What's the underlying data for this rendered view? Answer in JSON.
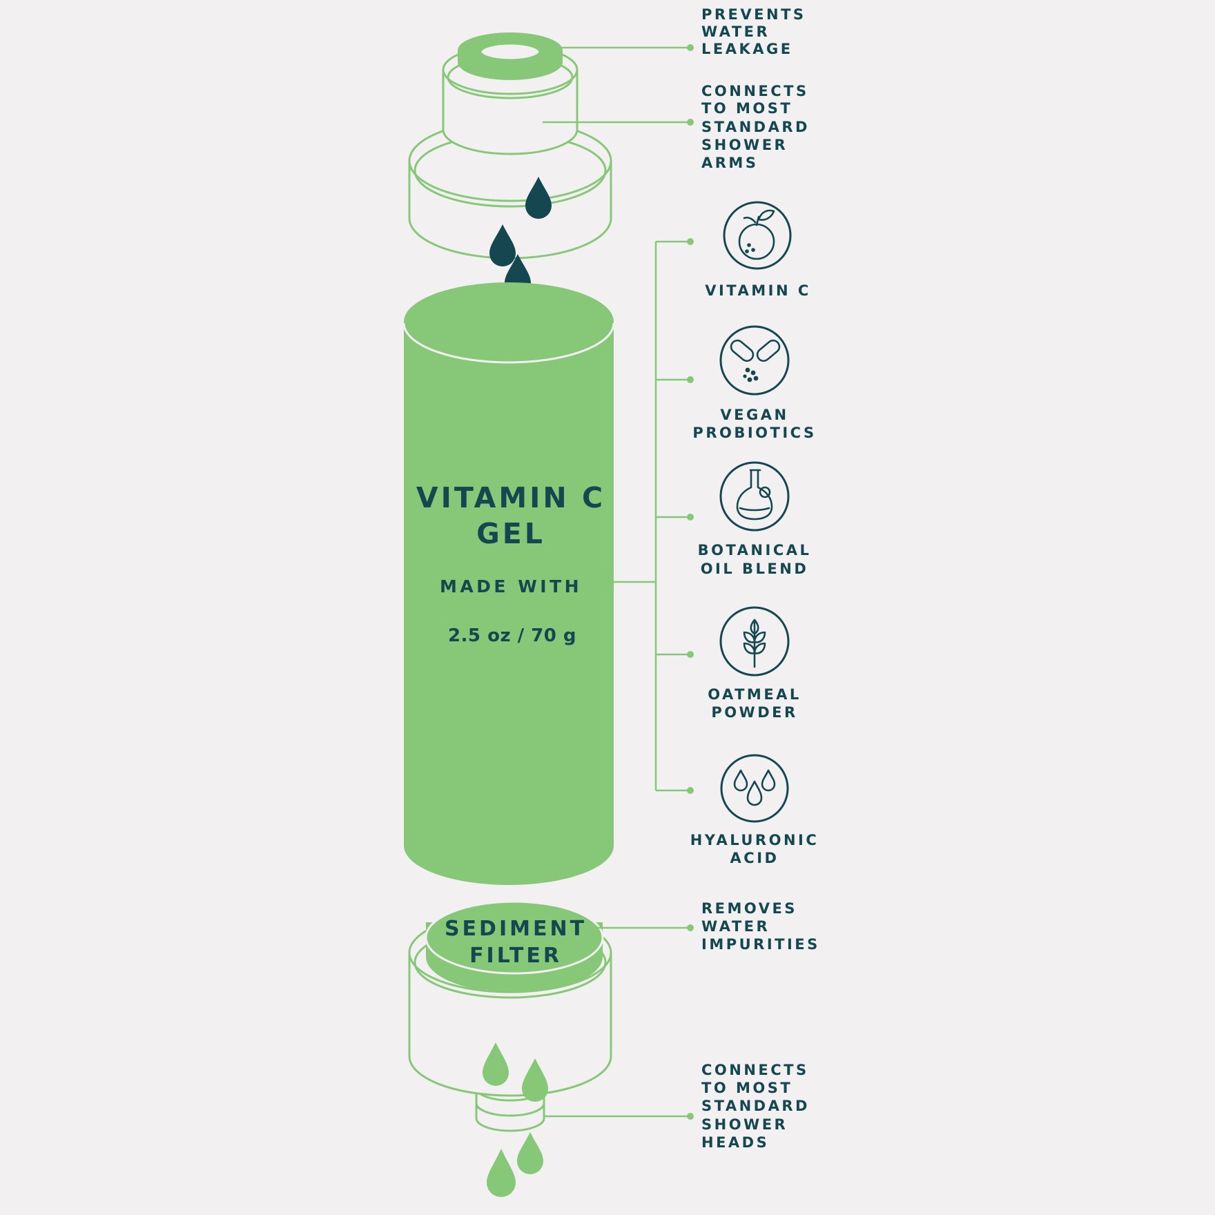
{
  "colors": {
    "background": "#f2f0f1",
    "green": "#86c877",
    "dark_teal": "#14474f"
  },
  "top_cap": {
    "callout_leakage": [
      "PREVENTS",
      "WATER",
      "LEAKAGE"
    ],
    "callout_arms": [
      "CONNECTS",
      "TO MOST",
      "STANDARD",
      "SHOWER",
      "ARMS"
    ]
  },
  "canister": {
    "title_line1": "VITAMIN C",
    "title_line2": "GEL",
    "subtitle": "MADE WITH",
    "weight": "2.5 oz / 70 g"
  },
  "ingredients": [
    {
      "icon": "orange-icon",
      "label": [
        "VITAMIN C"
      ]
    },
    {
      "icon": "capsule-icon",
      "label": [
        "VEGAN",
        "PROBIOTICS"
      ]
    },
    {
      "icon": "oil-bottle-icon",
      "label": [
        "BOTANICAL",
        "OIL BLEND"
      ]
    },
    {
      "icon": "wheat-icon",
      "label": [
        "OATMEAL",
        "POWDER"
      ]
    },
    {
      "icon": "droplets-icon",
      "label": [
        "HYALURONIC",
        "ACID"
      ]
    }
  ],
  "bottom_cap": {
    "filter_line1": "SEDIMENT",
    "filter_line2": "FILTER",
    "callout_impurities": [
      "REMOVES",
      "WATER",
      "IMPURITIES"
    ],
    "callout_heads": [
      "CONNECTS",
      "TO MOST",
      "STANDARD",
      "SHOWER",
      "HEADS"
    ]
  }
}
